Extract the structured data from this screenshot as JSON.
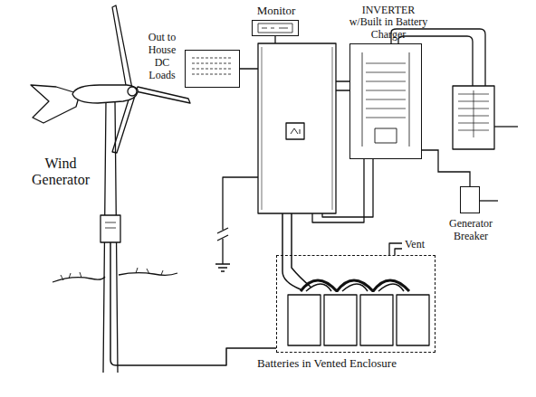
{
  "diagram": {
    "nodes": [
      {
        "text": [
          "Monitor"
        ]
      },
      {
        "text": [
          "Out to House DC Loads"
        ]
      },
      {
        "text": [
          "INVERTER w/Built in Battery Charger"
        ]
      },
      {
        "text": [
          "Generator Breaker"
        ]
      },
      {
        "text": [
          "Batteries in Vented Enclosure"
        ]
      }
    ],
    "edges": [
      {
        "from": 2,
        "to": 3,
        "arrow": "none"
      }
    ],
    "labels": [
      "Wind Generator",
      "Vent"
    ]
  }
}
